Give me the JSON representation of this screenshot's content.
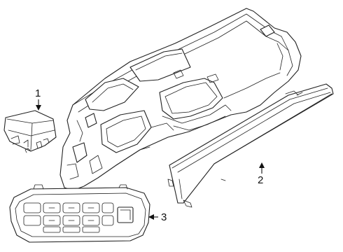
{
  "callouts": [
    {
      "id": "1",
      "label": "1",
      "part": "module-1"
    },
    {
      "id": "2",
      "label": "2",
      "part": "instrument-cluster-display"
    },
    {
      "id": "3",
      "label": "3",
      "part": "control-panel"
    }
  ],
  "colors": {
    "line": "#222222",
    "background": "#ffffff"
  }
}
